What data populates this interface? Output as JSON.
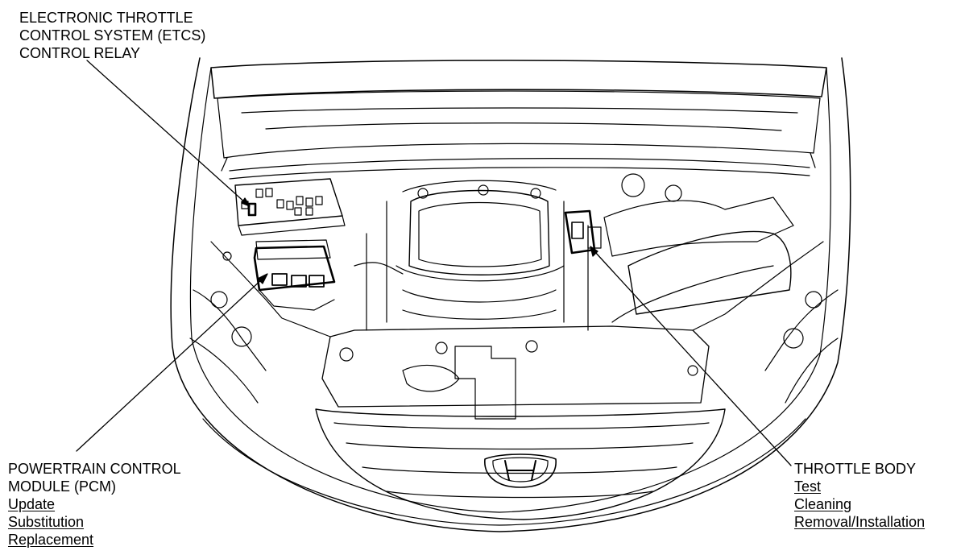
{
  "callouts": {
    "etcs": {
      "lines": [
        "ELECTRONIC THROTTLE",
        "CONTROL SYSTEM (ETCS)",
        "CONTROL RELAY"
      ]
    },
    "pcm": {
      "lines": [
        "POWERTRAIN CONTROL",
        "MODULE (PCM)"
      ],
      "links": [
        "Update",
        "Substitution",
        "Replacement"
      ]
    },
    "throttle_body": {
      "lines": [
        "THROTTLE BODY"
      ],
      "links": [
        "Test",
        "Cleaning",
        "Removal/Installation"
      ]
    }
  },
  "emblem_icon": "honda-h-emblem-icon",
  "colors": {
    "ink": "#000000",
    "background": "#ffffff"
  }
}
